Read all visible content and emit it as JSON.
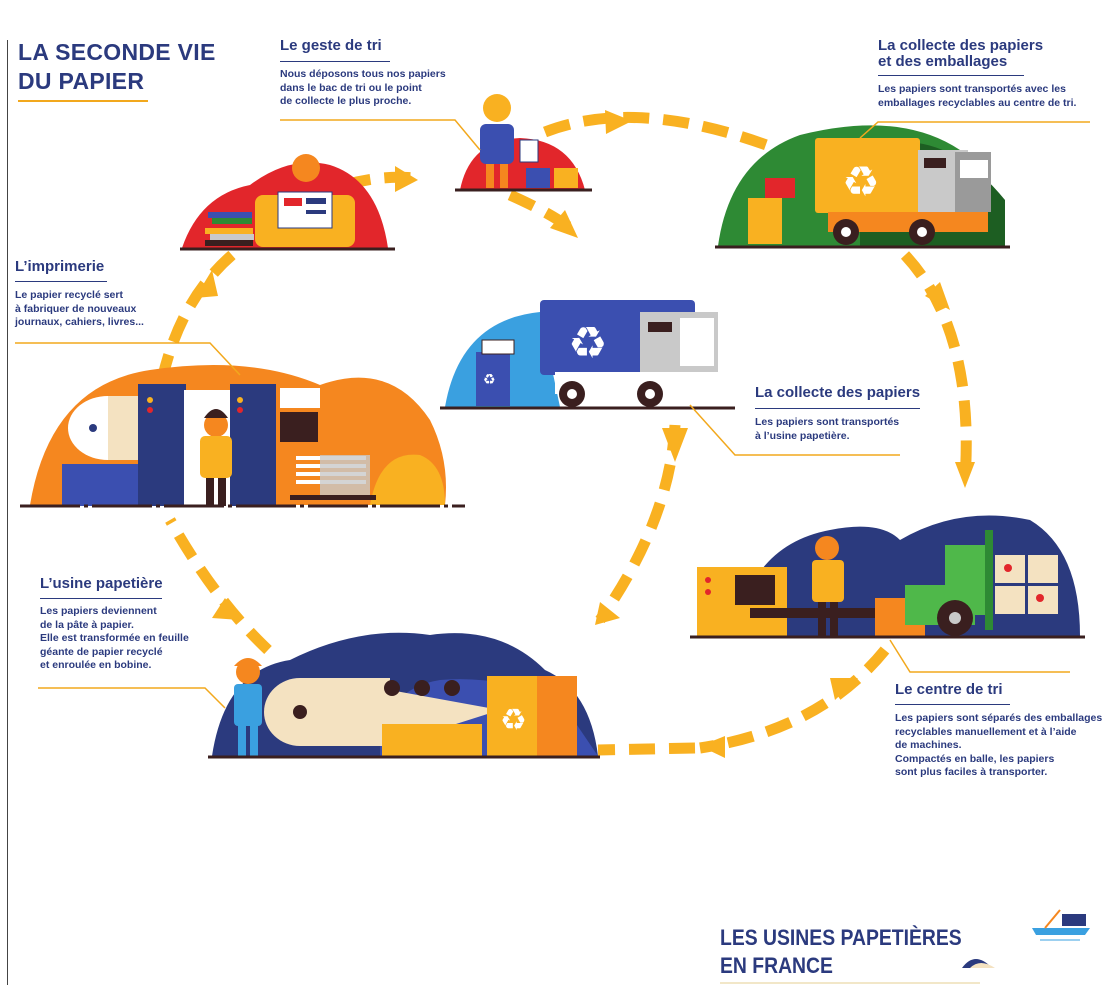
{
  "title": [
    "LA SECONDE VIE",
    "DU PAPIER"
  ],
  "colors": {
    "navy": "#2b3a7e",
    "blue": "#3b4fb0",
    "sky": "#3aa0e0",
    "orange": "#f5871f",
    "yellow": "#f9b121",
    "red": "#e2262b",
    "green": "#2e8a34",
    "grey": "#c9c9c9",
    "dark": "#3a1f1f"
  },
  "steps": {
    "geste": {
      "title": "Le geste de tri",
      "text": "Nous déposons tous nos papiers\ndans le bac de tri ou le point\nde collecte le plus proche.",
      "icons": [
        "woman-icon",
        "recycling-bin-icon"
      ]
    },
    "collecte_emballages": {
      "title": "La collecte des papiers\net  des emballages",
      "text": "Les papiers sont transportés avec les\nemballages recyclables au centre de tri.",
      "icons": [
        "truck-icon",
        "recycling-icon"
      ]
    },
    "imprimerie": {
      "title": "L’imprimerie",
      "text": "Le papier recyclé sert\nà fabriquer de nouveaux\njournaux, cahiers, livres...",
      "icons": [
        "printing-press-icon",
        "worker-icon"
      ]
    },
    "collecte_papiers": {
      "title": "La collecte des papiers",
      "text": "Les papiers sont transportés\nà l’usine papetière.",
      "icons": [
        "truck-icon",
        "recycling-icon"
      ]
    },
    "usine": {
      "title": "L’usine papetière",
      "text": "Les papiers deviennent\nde la pâte à papier.\nElle est transformée en feuille\ngéante de papier recyclé\net enroulée en bobine.",
      "icons": [
        "paper-roll-icon",
        "worker-icon"
      ]
    },
    "centre": {
      "title": "Le centre de tri",
      "text": "Les papiers sont séparés des emballages\nrecyclables manuellement et à l’aide\nde machines.\nCompactés en balle, les papiers\nsont plus faciles à  transporter.",
      "icons": [
        "conveyor-icon",
        "forklift-icon"
      ]
    },
    "reading": {
      "icons": [
        "reader-icon",
        "books-icon"
      ]
    }
  },
  "footer": [
    "LES USINES PAPETIÈRES",
    "EN FRANCE"
  ],
  "footer_icons": [
    "crane-boat-icon",
    "island-icon"
  ]
}
